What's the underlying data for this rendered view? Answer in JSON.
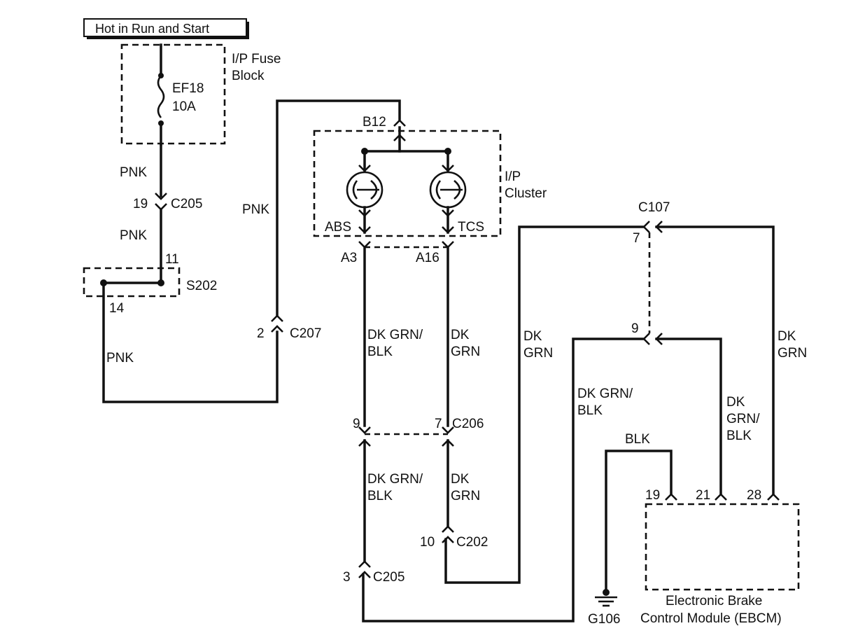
{
  "header": {
    "title": "Hot in Run and Start"
  },
  "fuse_block": {
    "label_line1": "I/P Fuse",
    "label_line2": "Block",
    "fuse_id": "EF18",
    "fuse_rating": "10A"
  },
  "cluster": {
    "label_line1": "I/P",
    "label_line2": "Cluster",
    "connector_b12": "B12",
    "lamp_abs": "ABS",
    "lamp_tcs": "TCS",
    "pin_a3": "A3",
    "pin_a16": "A16"
  },
  "splice": {
    "id": "S202",
    "pin_in": "11",
    "pin_out": "14"
  },
  "wires": {
    "pnk_1": "PNK",
    "pnk_2": "PNK",
    "pnk_3": "PNK",
    "pnk_4": "PNK",
    "dkgrnblk_1_l1": "DK GRN/",
    "dkgrnblk_1_l2": "BLK",
    "dkgrn_1_l1": "DK",
    "dkgrn_1_l2": "GRN",
    "dkgrnblk_2_l1": "DK GRN/",
    "dkgrnblk_2_l2": "BLK",
    "dkgrn_2_l1": "DK",
    "dkgrn_2_l2": "GRN",
    "dkgrn_3_l1": "DK",
    "dkgrn_3_l2": "GRN",
    "dkgrnblk_3_l1": "DK GRN/",
    "dkgrnblk_3_l2": "BLK",
    "dkgrnblk_4_l1": "DK",
    "dkgrnblk_4_l2": "GRN/",
    "dkgrnblk_4_l3": "BLK",
    "dkgrn_4_l1": "DK",
    "dkgrn_4_l2": "GRN",
    "blk": "BLK"
  },
  "connectors": {
    "c205_top_pin": "19",
    "c205_top_name": "C205",
    "c207_pin": "2",
    "c207_name": "C207",
    "c206_pin_left": "9",
    "c206_pin_right": "7",
    "c206_name": "C206",
    "c202_pin": "10",
    "c202_name": "C202",
    "c205_bot_pin": "3",
    "c205_bot_name": "C205",
    "c107_name": "C107",
    "c107_pin7": "7",
    "c107_pin9": "9"
  },
  "ground": {
    "id": "G106"
  },
  "ebcm": {
    "label_line1": "Electronic Brake",
    "label_line2": "Control Module (EBCM)",
    "pin_19": "19",
    "pin_21": "21",
    "pin_28": "28"
  }
}
